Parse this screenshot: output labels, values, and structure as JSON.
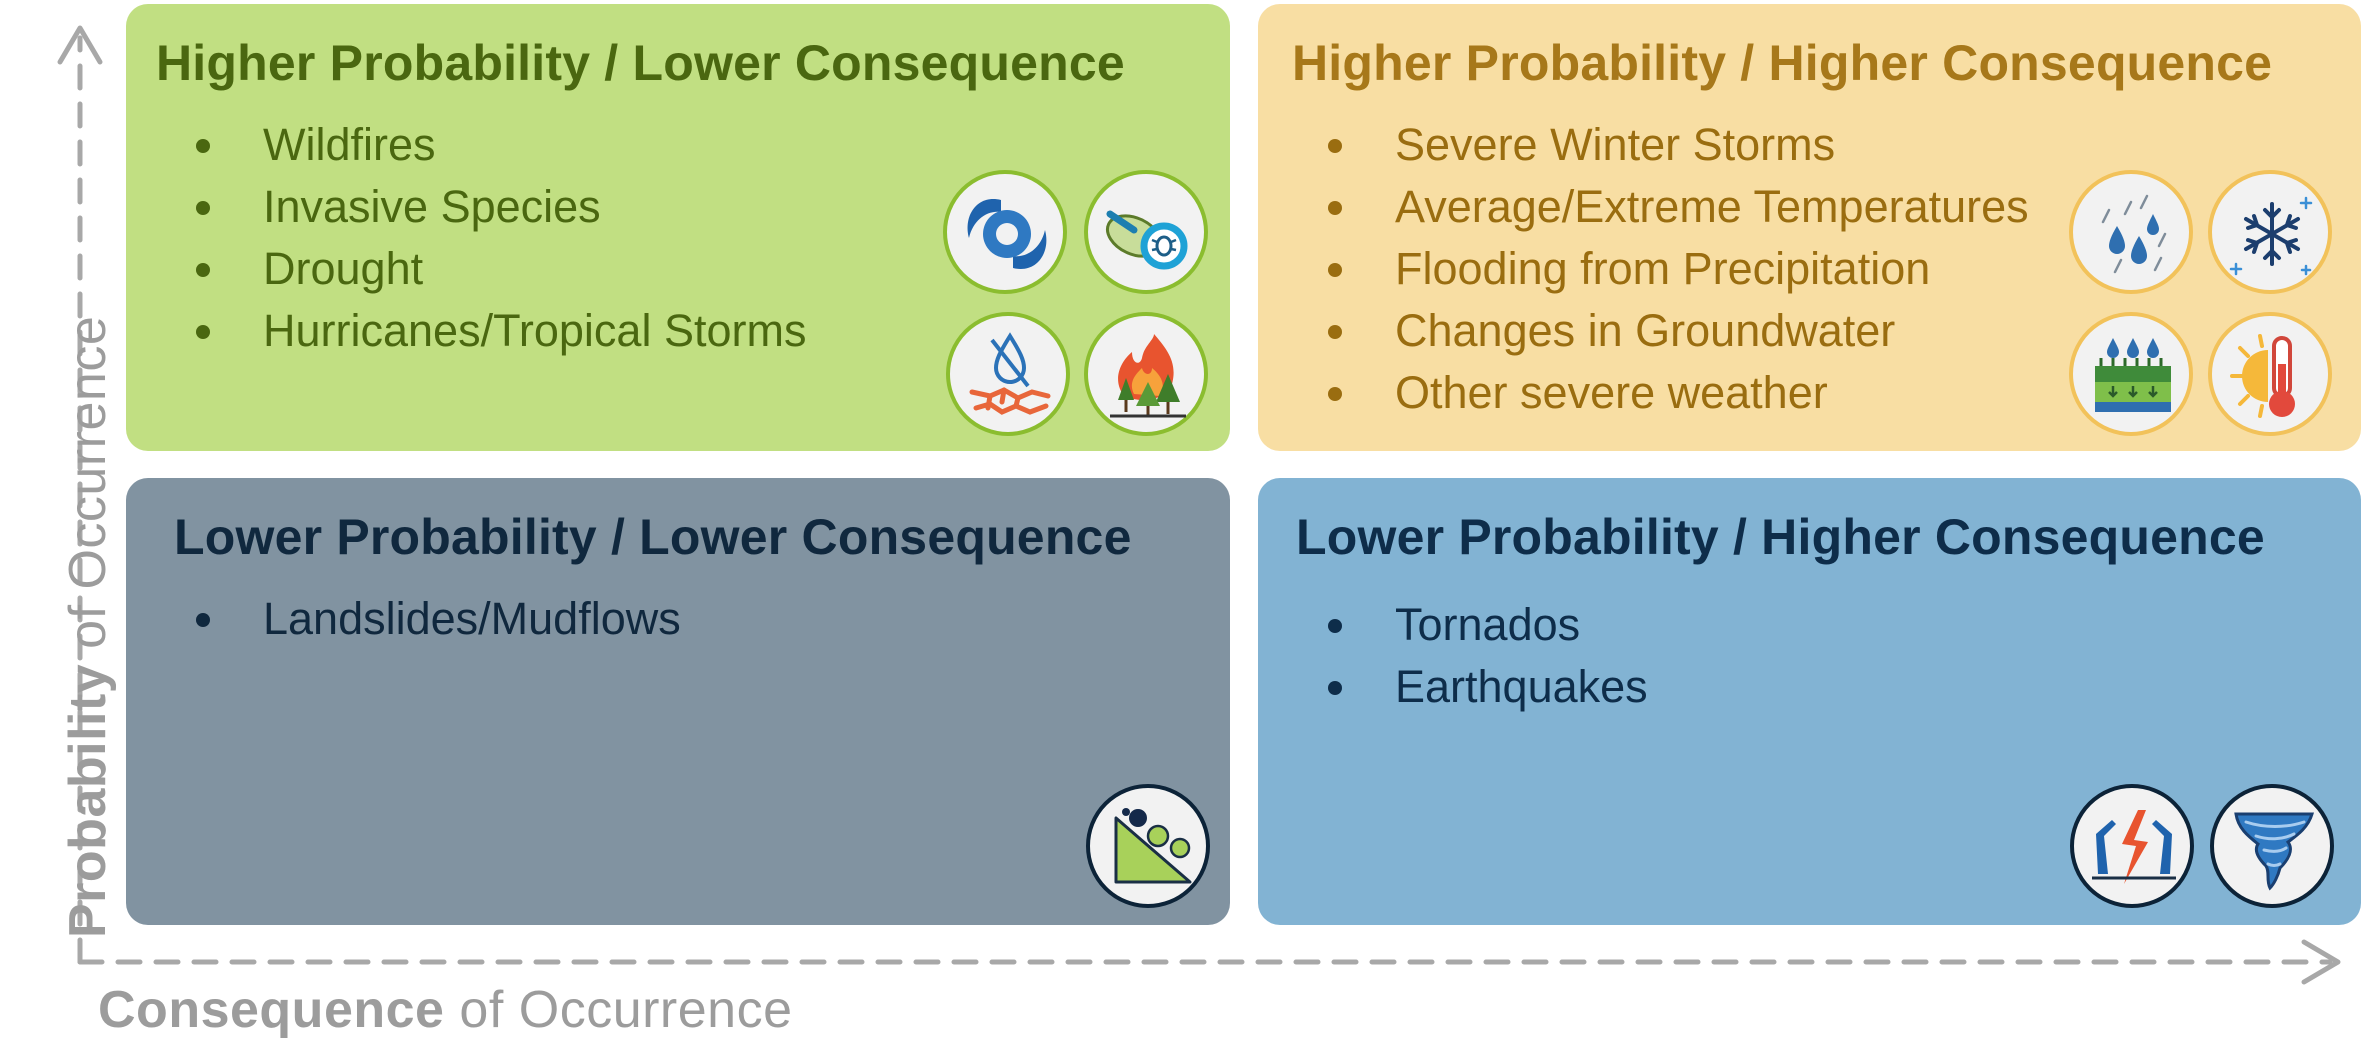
{
  "quadrants": {
    "higher_prob_lower_cons": {
      "title": "Higher Probability / Lower Consequence",
      "items": [
        "Wildfires",
        "Invasive Species",
        "Drought",
        "Hurricanes/Tropical Storms"
      ],
      "icons": [
        "hurricane-icon",
        "invasive-species-icon",
        "drought-icon",
        "wildfire-icon"
      ],
      "color": "#c1df82"
    },
    "higher_prob_higher_cons": {
      "title": "Higher Probability / Higher Consequence",
      "items": [
        "Severe Winter Storms",
        "Average/Extreme Temperatures",
        "Flooding from Precipitation",
        "Changes in Groundwater",
        "Other severe weather"
      ],
      "icons": [
        "rain-icon",
        "snowflake-icon",
        "groundwater-icon",
        "temperature-icon"
      ],
      "color": "#f8dea3"
    },
    "lower_prob_lower_cons": {
      "title": "Lower Probability / Lower Consequence",
      "items": [
        "Landslides/Mudflows"
      ],
      "icons": [
        "landslide-icon"
      ],
      "color": "#8193a1"
    },
    "lower_prob_higher_cons": {
      "title": "Lower Probability / Higher Consequence",
      "items": [
        "Tornados",
        "Earthquakes"
      ],
      "icons": [
        "earthquake-icon",
        "tornado-icon"
      ],
      "color": "#82b3d3"
    }
  },
  "axes": {
    "y_bold": "Probability",
    "y_rest": " of Occurrence",
    "x_bold": "Consequence",
    "x_rest": " of Occurrence"
  }
}
